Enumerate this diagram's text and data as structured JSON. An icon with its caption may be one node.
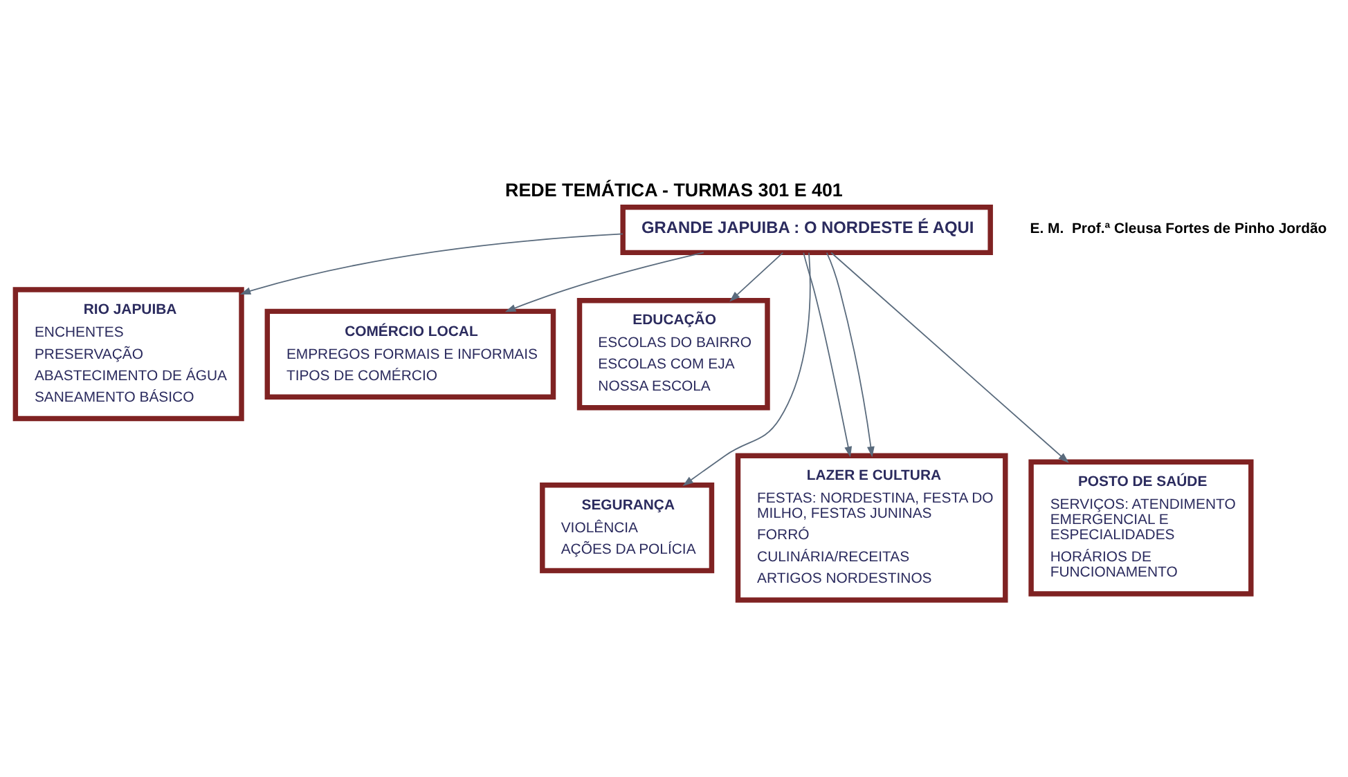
{
  "diagram": {
    "title": "REDE TEMÁTICA - TURMAS 301 E 401",
    "nodes": [
      {
        "text": [
          "GRANDE JAPUIBA : O NORDESTE É AQUI"
        ]
      },
      {
        "text": [
          "RIO JAPUIBA",
          "ENCHENTES",
          "PRESERVAÇÃO",
          "ABASTECIMENTO DE ÁGUA",
          "SANEAMENTO BÁSICO"
        ]
      },
      {
        "text": [
          "COMÉRCIO LOCAL",
          "EMPREGOS FORMAIS E INFORMAIS",
          "TIPOS DE COMÉRCIO"
        ]
      },
      {
        "text": [
          "EDUCAÇÃO",
          "ESCOLAS DO BAIRRO",
          "ESCOLAS COM EJA",
          "NOSSA ESCOLA"
        ]
      },
      {
        "text": [
          "SEGURANÇA",
          "VIOLÊNCIA",
          "AÇÕES DA POLÍCIA"
        ]
      },
      {
        "text": [
          "LAZER E CULTURA",
          "FESTAS: NORDESTINA, FESTA DO MILHO, FESTAS JUNINAS",
          "FORRÓ",
          "CULINÁRIA/RECEITAS",
          "ARTIGOS NORDESTINOS"
        ]
      },
      {
        "text": [
          "POSTO DE SAÚDE",
          "SERVIÇOS: ATENDIMENTO EMERGENCIAL E ESPECIALIDADES",
          "HORÁRIOS DE FUNCIONAMENTO"
        ]
      }
    ],
    "edges": [
      {
        "from": 0,
        "to": 1,
        "arrow": "to"
      },
      {
        "from": 0,
        "to": 4,
        "arrow": "to"
      },
      {
        "from": 0,
        "to": 5,
        "arrow": "to"
      },
      {
        "from": 0,
        "to": 2,
        "arrow": "to"
      },
      {
        "from": 0,
        "to": 5,
        "arrow": "to"
      },
      {
        "from": 0,
        "to": 6,
        "arrow": "to"
      },
      {
        "from": 0,
        "to": 3,
        "arrow": "to"
      }
    ],
    "labels": [
      "E. M.  Prof.ª Cleusa Fortes de Pinho Jordão"
    ]
  }
}
